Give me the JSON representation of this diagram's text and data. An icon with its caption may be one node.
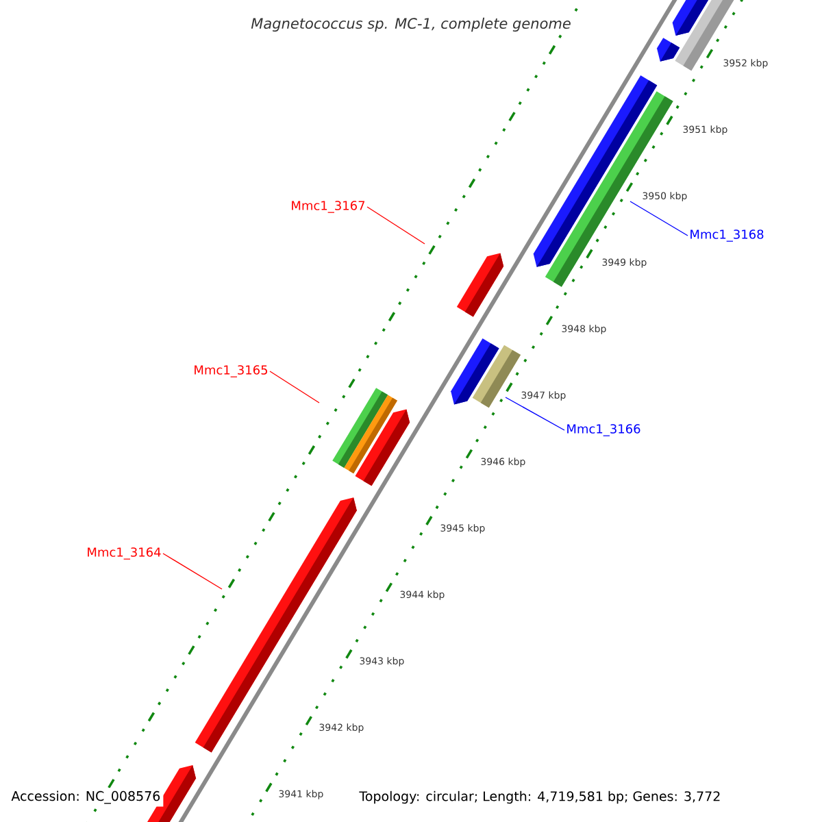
{
  "diagram": {
    "title": "Magnetococcus sp. MC-1, complete genome",
    "nodes": [
      {
        "text": [
          "Mmc1_3167"
        ]
      },
      {
        "text": [
          "Mmc1_3168"
        ]
      },
      {
        "text": [
          "Mmc1_3165"
        ]
      },
      {
        "text": [
          "Mmc1_3166"
        ]
      },
      {
        "text": [
          "Mmc1_3164"
        ]
      }
    ],
    "edges": [
      {
        "from": 0,
        "to": null,
        "arrow": "none"
      },
      {
        "from": 1,
        "to": null,
        "arrow": "none",
        "color": "#0000ff"
      },
      {
        "from": 2,
        "to": null,
        "arrow": "none"
      },
      {
        "from": 3,
        "to": null,
        "arrow": "none",
        "color": "#0000ff"
      },
      {
        "from": 4,
        "to": null,
        "arrow": "none"
      }
    ],
    "labels": [
      "3952 kbp",
      "3951 kbp",
      "3950 kbp",
      "3949 kbp",
      "3948 kbp",
      "3947 kbp",
      "3946 kbp",
      "3945 kbp",
      "3944 kbp",
      "3943 kbp",
      "3942 kbp",
      "3941 kbp",
      "Accession: NC_008576",
      "Topology: circular; Length: 4,719,581 bp; Genes: 3,772"
    ]
  }
}
